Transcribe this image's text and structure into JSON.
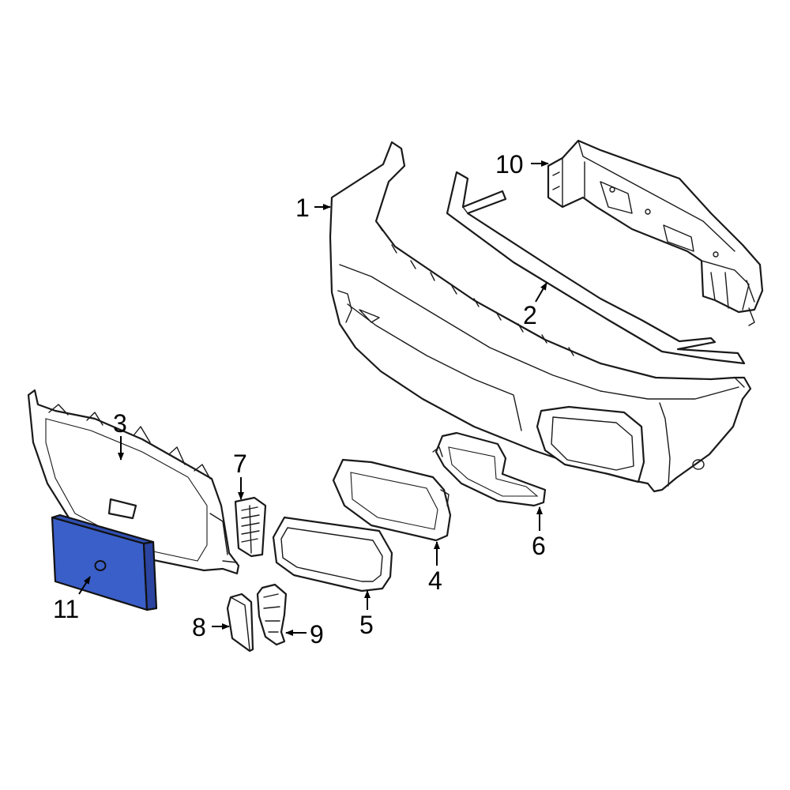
{
  "colors": {
    "highlight": "#3b5fc8",
    "line": "#1a1a1a",
    "background": "#ffffff"
  },
  "callouts": {
    "c1": "1",
    "c2": "2",
    "c3": "3",
    "c4": "4",
    "c5": "5",
    "c6": "6",
    "c7": "7",
    "c8": "8",
    "c9": "9",
    "c10": "10",
    "c11": "11"
  },
  "highlighted_part": "11"
}
